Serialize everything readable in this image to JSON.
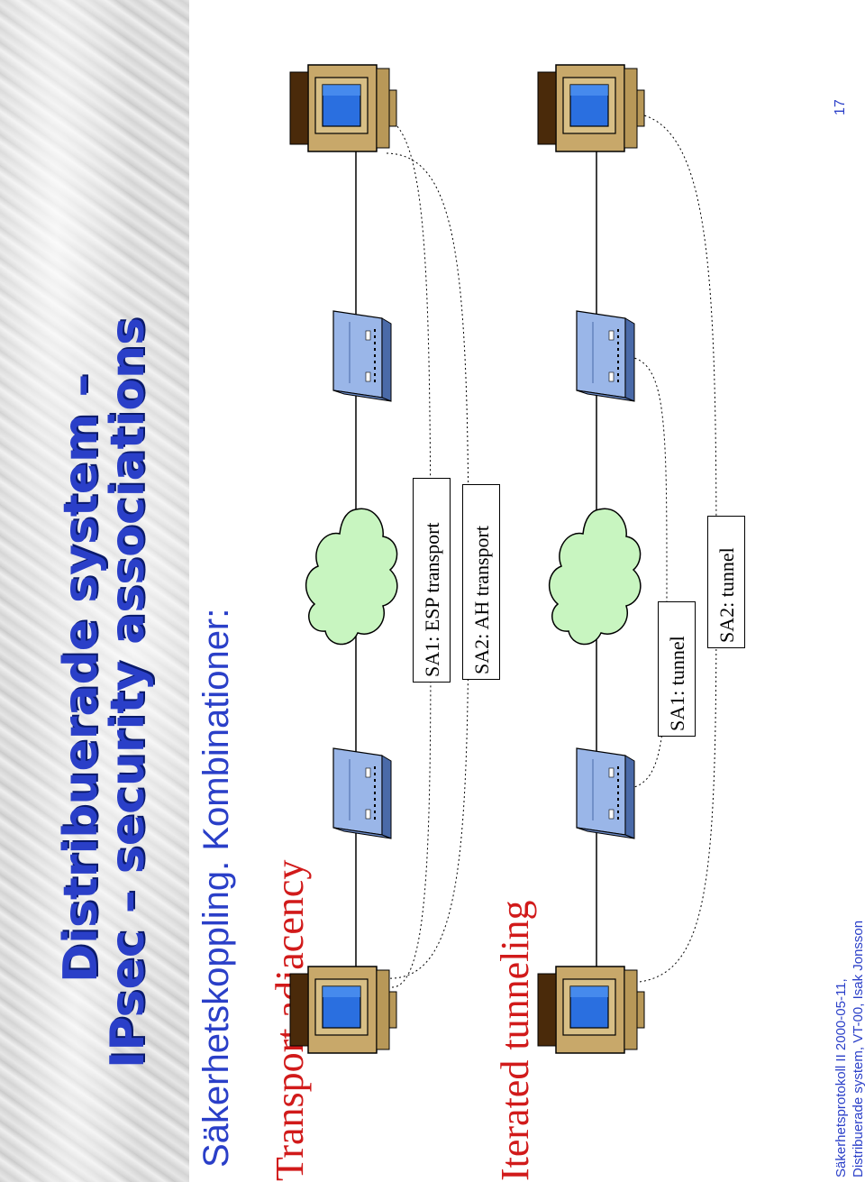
{
  "slide": {
    "title_line1": "Distribuerade system –",
    "title_line2": "IPsec – security associations",
    "subtitle": "Säkerhetskoppling. Kombinationer:",
    "page_number": "17",
    "footer_line1": "Säkerhetsprotokoll II  2000-05-11,",
    "footer_line2": "Distribuerade system, VT-00, Isak Jonsson"
  },
  "sections": [
    {
      "heading": "Transport adjacency",
      "sa_labels": [
        "SA1: ESP transport",
        "SA2: AH transport"
      ]
    },
    {
      "heading": "Iterated tunneling",
      "sa_labels": [
        "SA1: tunnel",
        "SA2: tunnel"
      ]
    }
  ],
  "icons": [
    "host-computer-icon",
    "router-icon",
    "network-cloud-icon"
  ],
  "colors": {
    "title": "#2a3fc8",
    "heading": "#d11a1a",
    "cloud": "#c8f5c0",
    "router": "#9ab6e8",
    "screen": "#2a6fe0",
    "computer_case": "#c8a86a"
  }
}
